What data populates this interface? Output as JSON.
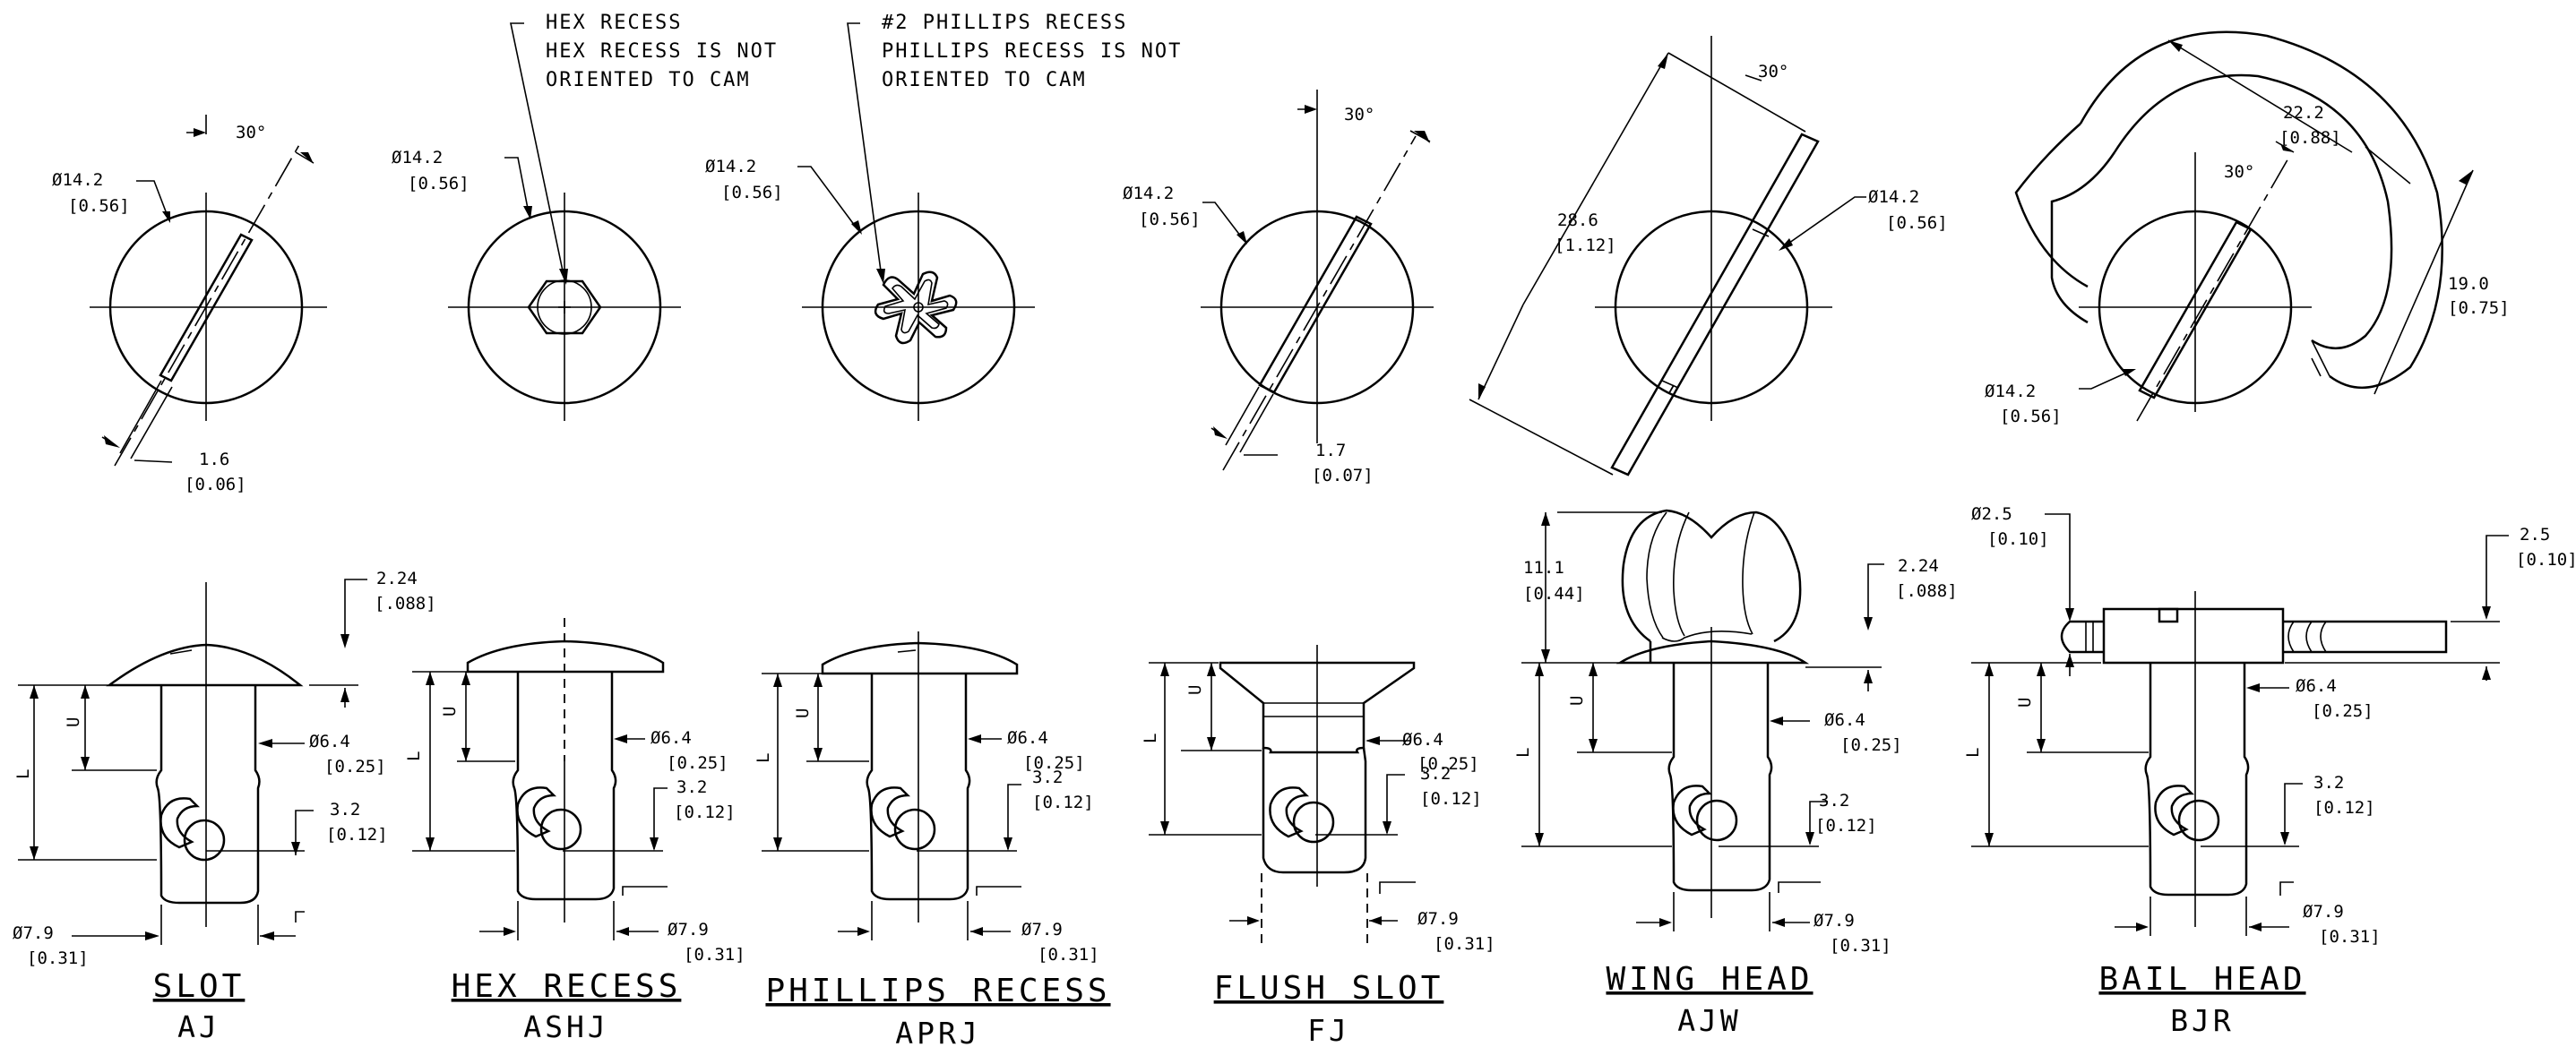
{
  "notes": {
    "hex": [
      "HEX RECESS",
      "HEX RECESS IS NOT",
      "ORIENTED TO CAM"
    ],
    "phillips": [
      "#2 PHILLIPS RECESS",
      "PHILLIPS RECESS IS NOT",
      "ORIENTED TO CAM"
    ]
  },
  "top": {
    "angle": "30°",
    "dia_head_mm": "Ø14.2",
    "dia_head_in": "[0.56]",
    "slot_aj_mm": "1.6",
    "slot_aj_in": "[0.06]",
    "slot_fj_mm": "1.7",
    "slot_fj_in": "[0.07]",
    "wing_len_mm": "28.6",
    "wing_len_in": "[1.12]",
    "bail_a_mm": "22.2",
    "bail_a_in": "[0.88]",
    "bail_b_mm": "19.0",
    "bail_b_in": "[0.75]"
  },
  "side": {
    "head_h_mm": "2.24",
    "head_h_in": "[.088]",
    "shank_mm": "Ø6.4",
    "shank_in": "[0.25]",
    "pin_mm": "3.2",
    "pin_in": "[0.12]",
    "body_mm": "Ø7.9",
    "body_in": "[0.31]",
    "wing_h_mm": "11.1",
    "wing_h_in": "[0.44]",
    "bail_wire_mm": "Ø2.5",
    "bail_wire_in": "[0.10]",
    "bail_off_mm": "2.5",
    "bail_off_in": "[0.10]",
    "label_U": "U",
    "label_L": "L"
  },
  "views": [
    {
      "title": "SLOT",
      "code": "AJ"
    },
    {
      "title": "HEX RECESS",
      "code": "ASHJ"
    },
    {
      "title": "PHILLIPS RECESS",
      "code": "APRJ"
    },
    {
      "title": "FLUSH SLOT",
      "code": "FJ"
    },
    {
      "title": "WING HEAD",
      "code": "AJW"
    },
    {
      "title": "BAIL HEAD",
      "code": "BJR"
    }
  ]
}
